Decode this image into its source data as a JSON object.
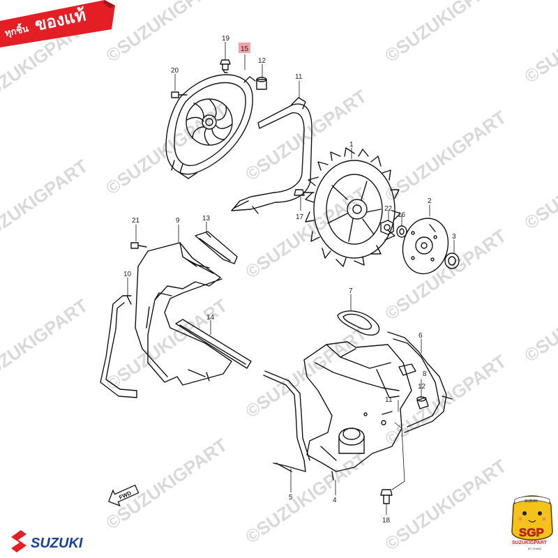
{
  "banner": {
    "small_text": "ทุกชิ้น",
    "large_text": "ของแท้",
    "color": "#e31e24"
  },
  "watermark": {
    "text": "©SUZUKIGPART",
    "color": "#d9d9d9"
  },
  "brand": {
    "logo_text": "SUZUKI",
    "logo_color": "#1b3f9a",
    "accent_color": "#e31e24"
  },
  "mascot": {
    "badge_text": "SGP",
    "sub_text": "SUZUKIGPART",
    "tiny_text": "BY CHIBIZ",
    "head_text": "SUZUKI"
  },
  "fwd_label": "FWD",
  "highlight": {
    "part": "15",
    "color": "#f4a3a3"
  },
  "callouts": [
    {
      "id": "19",
      "text": "19"
    },
    {
      "id": "15",
      "text": "15"
    },
    {
      "id": "12a",
      "text": "12"
    },
    {
      "id": "20",
      "text": "20"
    },
    {
      "id": "11",
      "text": "11"
    },
    {
      "id": "1",
      "text": "1"
    },
    {
      "id": "17",
      "text": "17"
    },
    {
      "id": "22",
      "text": "22"
    },
    {
      "id": "16",
      "text": "16"
    },
    {
      "id": "2",
      "text": "2"
    },
    {
      "id": "3",
      "text": "3"
    },
    {
      "id": "21",
      "text": "21"
    },
    {
      "id": "9",
      "text": "9"
    },
    {
      "id": "13",
      "text": "13"
    },
    {
      "id": "10",
      "text": "10"
    },
    {
      "id": "14",
      "text": "14"
    },
    {
      "id": "7",
      "text": "7"
    },
    {
      "id": "6",
      "text": "6"
    },
    {
      "id": "8",
      "text": "8"
    },
    {
      "id": "12b",
      "text": "12"
    },
    {
      "id": "11b",
      "text": "11"
    },
    {
      "id": "5",
      "text": "5"
    },
    {
      "id": "4",
      "text": "4"
    },
    {
      "id": "18",
      "text": "18"
    }
  ]
}
